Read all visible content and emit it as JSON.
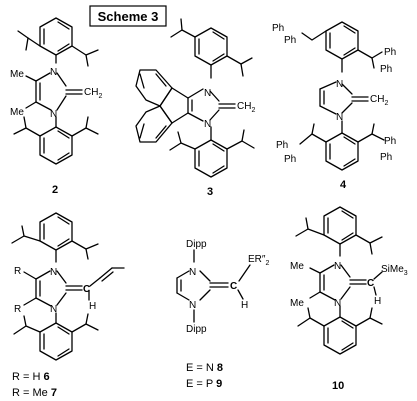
{
  "scheme": {
    "title": "Scheme 3"
  },
  "compounds": {
    "c2": {
      "number": "2",
      "me_top": "Me",
      "me_bottom": "Me",
      "ch2": "CH",
      "ch2_sub": "2"
    },
    "c3": {
      "number": "3",
      "ch2": "CH",
      "ch2_sub": "2"
    },
    "c4": {
      "number": "4",
      "ph": "Ph",
      "ch2": "CH",
      "ch2_sub": "2"
    },
    "c67": {
      "r_top": "R",
      "r_bottom": "R",
      "c_label": "C",
      "h_label": "H",
      "cap1_prefix": "R = H ",
      "cap1_num": "6",
      "cap2_prefix": "R = Me ",
      "cap2_num": "7"
    },
    "c89": {
      "dipp_top": "Dipp",
      "dipp_bottom": "Dipp",
      "er": "ER″",
      "er_sub": "2",
      "c_label": "C",
      "h_label": "H",
      "cap1_prefix": "E = N ",
      "cap1_num": "8",
      "cap2_prefix": "E = P ",
      "cap2_num": "9"
    },
    "c10": {
      "number": "10",
      "me_top": "Me",
      "me_bottom": "Me",
      "sime": "SiMe",
      "sime_sub": "3",
      "c_label": "C",
      "h_label": "H"
    }
  },
  "atoms": {
    "n": "N"
  }
}
